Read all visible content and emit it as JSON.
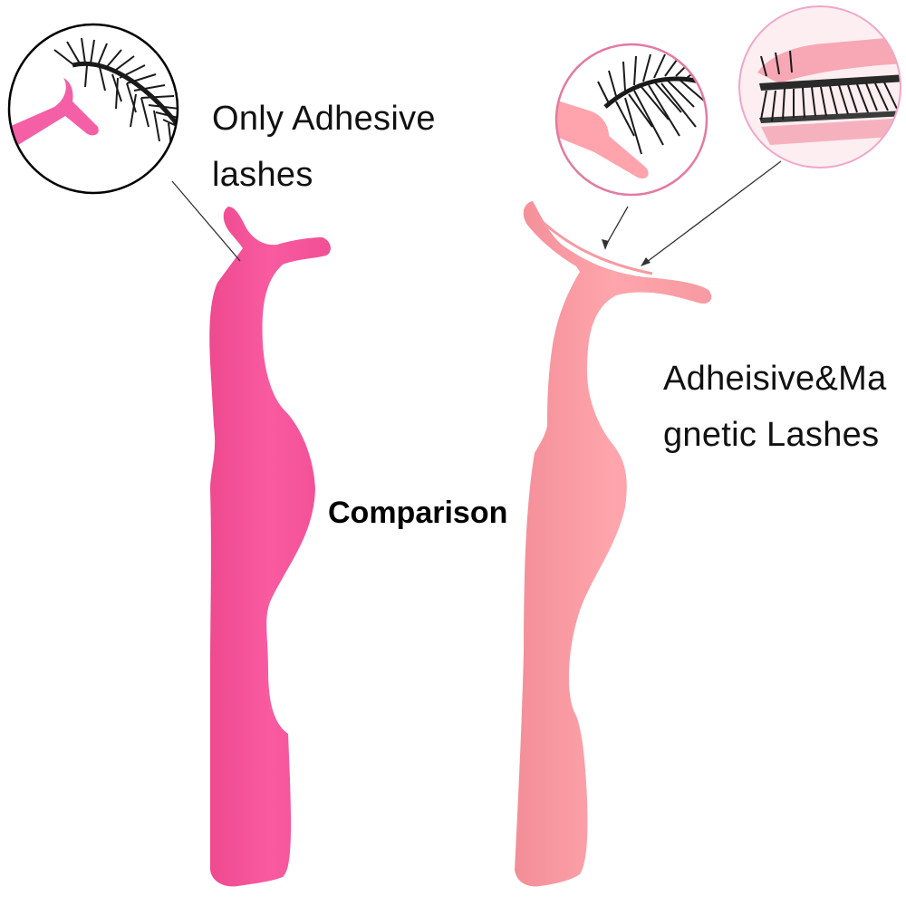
{
  "left_product": {
    "label_line1": "Only Adhesive",
    "label_line2": "lashes",
    "color": "#F7559C"
  },
  "right_product": {
    "label_line1": "Adheisive&Ma",
    "label_line2": "gnetic Lashes",
    "color": "#FFA0A8"
  },
  "center_label": "Comparison",
  "icons": [
    "lash-closeup-icon",
    "lash-closeup-icon",
    "magnetic-lash-closeup-icon",
    "tweezer-applicator-icon"
  ]
}
